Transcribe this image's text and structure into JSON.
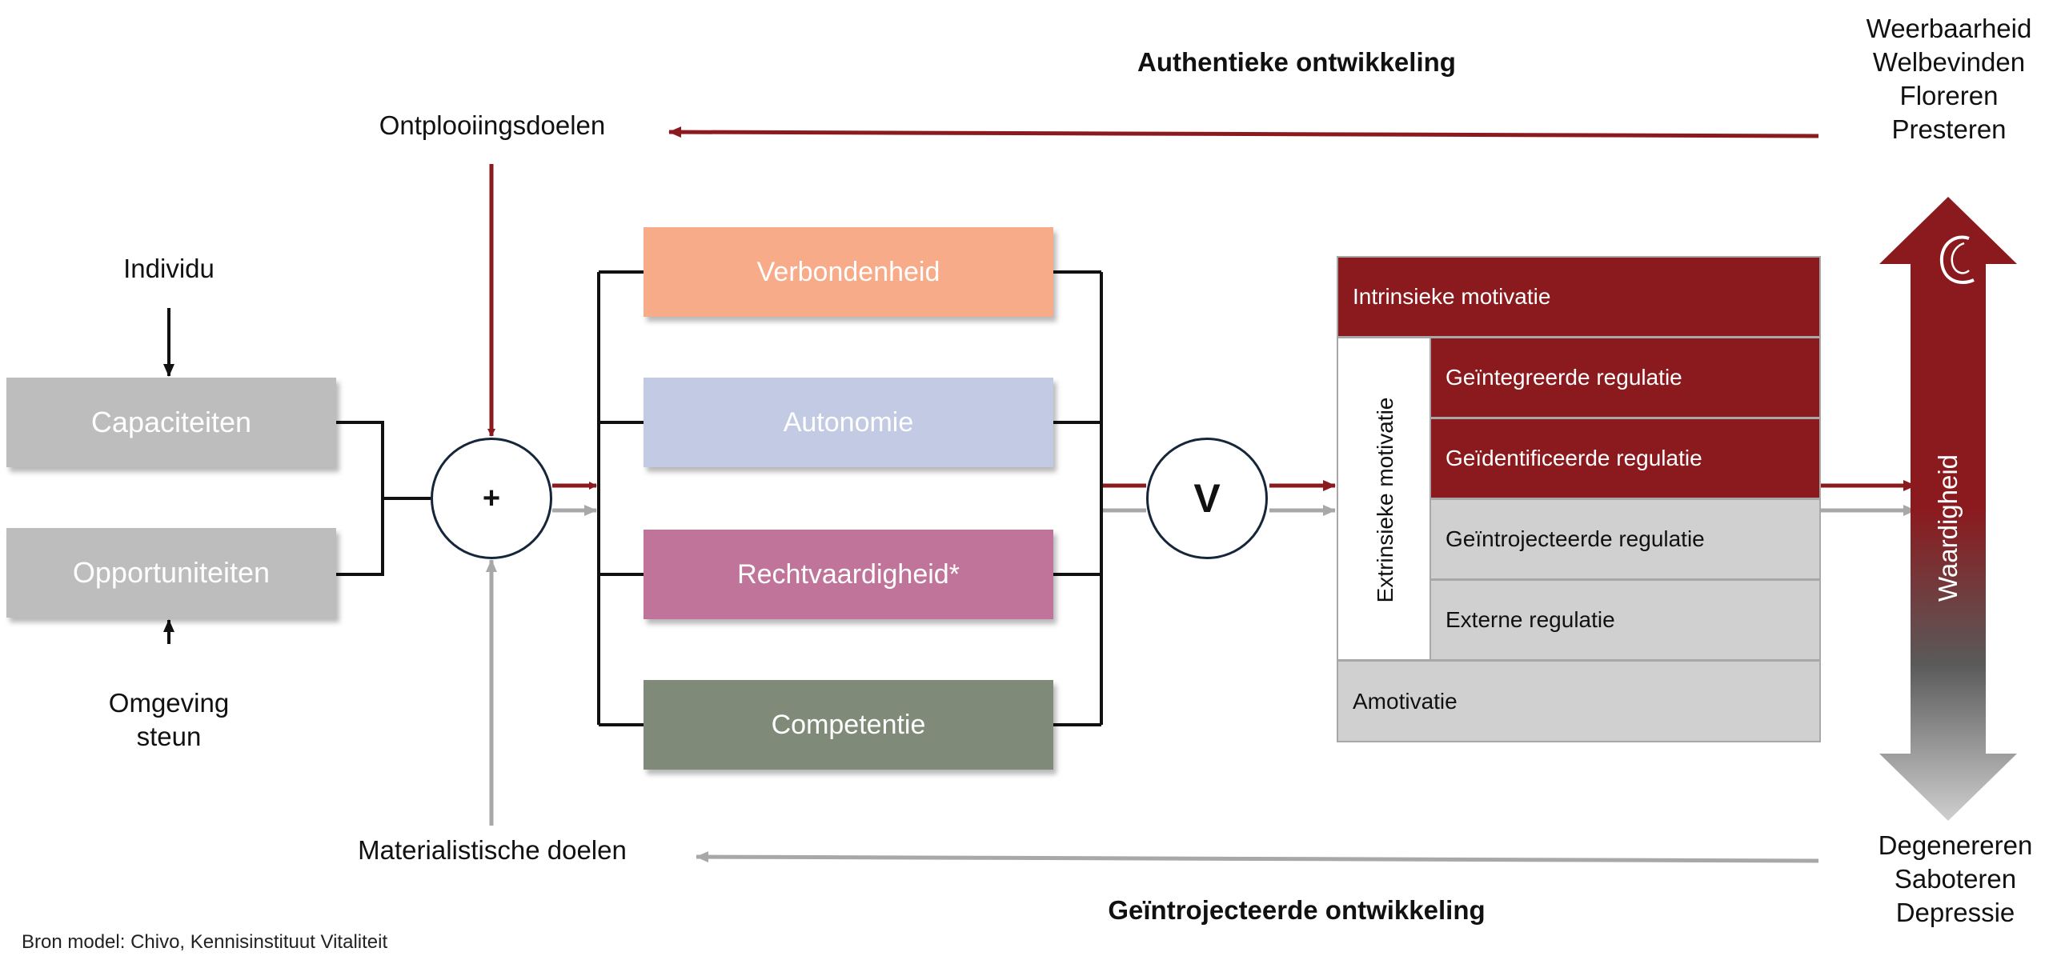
{
  "labels": {
    "authentic": "Authentieke ontwikkeling",
    "introjected": "Geïntrojecteerde ontwikkeling",
    "ontplooiing": "Ontplooiingsdoelen",
    "materialistisch": "Materialistische doelen",
    "individu": "Individu",
    "omgeving_line1": "Omgeving",
    "omgeving_line2": "steun",
    "source": "Bron model: Chivo, Kennisinstituut Vitaliteit"
  },
  "inputs": {
    "capaciteiten": "Capaciteiten",
    "opportuniteiten": "Opportuniteiten"
  },
  "operators": {
    "plus": "+",
    "v": "V"
  },
  "needs": [
    {
      "label": "Verbondenheid",
      "color": "#f7ab88"
    },
    {
      "label": "Autonomie",
      "color": "#c3cbe4"
    },
    {
      "label": "Rechtvaardigheid*",
      "color": "#c17499"
    },
    {
      "label": "Competentie",
      "color": "#7f8b78"
    }
  ],
  "motivation": {
    "intrinsic": "Intrinsieke motivatie",
    "extrinsic_title": "Extrinsieke motivatie",
    "integrated": "Geïntegreerde regulatie",
    "identified": "Geïdentificeerde regulatie",
    "introjected": "Geïntrojecteerde regulatie",
    "external": "Externe regulatie",
    "amotivation": "Amotivatie"
  },
  "scale": {
    "axis_label": "Waardigheid",
    "top": [
      "Weerbaarheid",
      "Welbevinden",
      "Floreren",
      "Presteren"
    ],
    "bottom": [
      "Degenereren",
      "Saboteren",
      "Depressie"
    ]
  },
  "colors": {
    "accent_red": "#8b1a1e",
    "arrow_gray": "#a8a8a8",
    "circle_border": "#15263a",
    "input_box": "#bdbdbd"
  }
}
